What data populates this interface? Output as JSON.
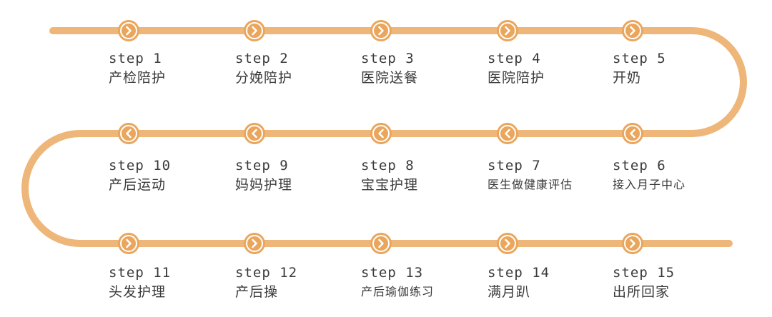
{
  "colors": {
    "track": "#eeb678",
    "node_ring": "#eaa65c",
    "node_inner": "#ffffff",
    "text": "#3a3a3a"
  },
  "icons": {
    "forward": "chevron-right-icon",
    "back": "chevron-left-icon"
  },
  "steps": [
    {
      "label": "step 1",
      "title": "产检陪护",
      "direction": "forward"
    },
    {
      "label": "step 2",
      "title": "分娩陪护",
      "direction": "forward"
    },
    {
      "label": "step 3",
      "title": "医院送餐",
      "direction": "forward"
    },
    {
      "label": "step 4",
      "title": "医院陪护",
      "direction": "forward"
    },
    {
      "label": "step 5",
      "title": "开奶",
      "direction": "forward"
    },
    {
      "label": "step 6",
      "title": "接入月子中心",
      "direction": "back"
    },
    {
      "label": "step 7",
      "title": "医生做健康评估",
      "direction": "back"
    },
    {
      "label": "step 8",
      "title": "宝宝护理",
      "direction": "back"
    },
    {
      "label": "step 9",
      "title": "妈妈护理",
      "direction": "back"
    },
    {
      "label": "step 10",
      "title": "产后运动",
      "direction": "back"
    },
    {
      "label": "step 11",
      "title": "头发护理",
      "direction": "forward"
    },
    {
      "label": "step 12",
      "title": "产后操",
      "direction": "forward"
    },
    {
      "label": "step 13",
      "title": "产后瑜伽练习",
      "direction": "forward"
    },
    {
      "label": "step 14",
      "title": "满月趴",
      "direction": "forward"
    },
    {
      "label": "step 15",
      "title": "出所回家",
      "direction": "forward"
    }
  ]
}
